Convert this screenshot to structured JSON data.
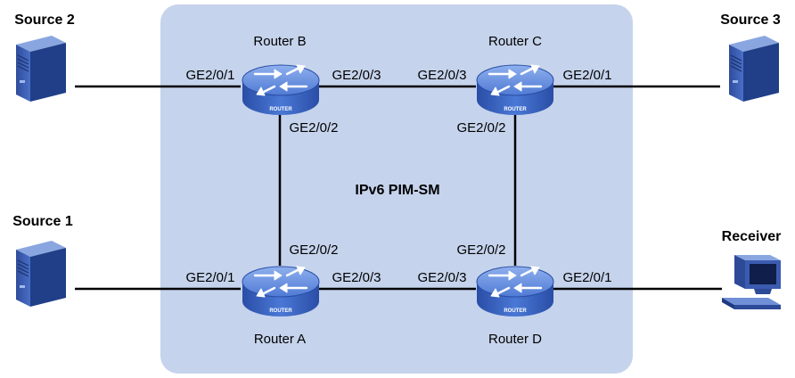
{
  "network": {
    "label": "IPv6 PIM-SM",
    "region_color": "#c5d3ec"
  },
  "routers": {
    "a": {
      "name": "Router A",
      "badge": "ROUTER"
    },
    "b": {
      "name": "Router B",
      "badge": "ROUTER"
    },
    "c": {
      "name": "Router C",
      "badge": "ROUTER"
    },
    "d": {
      "name": "Router D",
      "badge": "ROUTER"
    }
  },
  "hosts": {
    "source1": {
      "name": "Source 1",
      "icon": "server-icon"
    },
    "source2": {
      "name": "Source 2",
      "icon": "server-icon"
    },
    "source3": {
      "name": "Source 3",
      "icon": "server-icon"
    },
    "receiver": {
      "name": "Receiver",
      "icon": "pc-icon"
    }
  },
  "interfaces": {
    "b_source2": "GE2/0/1",
    "b_c": "GE2/0/3",
    "b_a": "GE2/0/2",
    "c_b": "GE2/0/3",
    "c_source3": "GE2/0/1",
    "c_d": "GE2/0/2",
    "a_b": "GE2/0/2",
    "a_source1": "GE2/0/1",
    "a_d": "GE2/0/3",
    "d_c": "GE2/0/2",
    "d_a": "GE2/0/3",
    "d_receiver": "GE2/0/1"
  },
  "colors": {
    "router_body": "#3a64c4",
    "router_top": "#6f96e2",
    "server_body": "#3b5bb0",
    "link": "#000000"
  }
}
